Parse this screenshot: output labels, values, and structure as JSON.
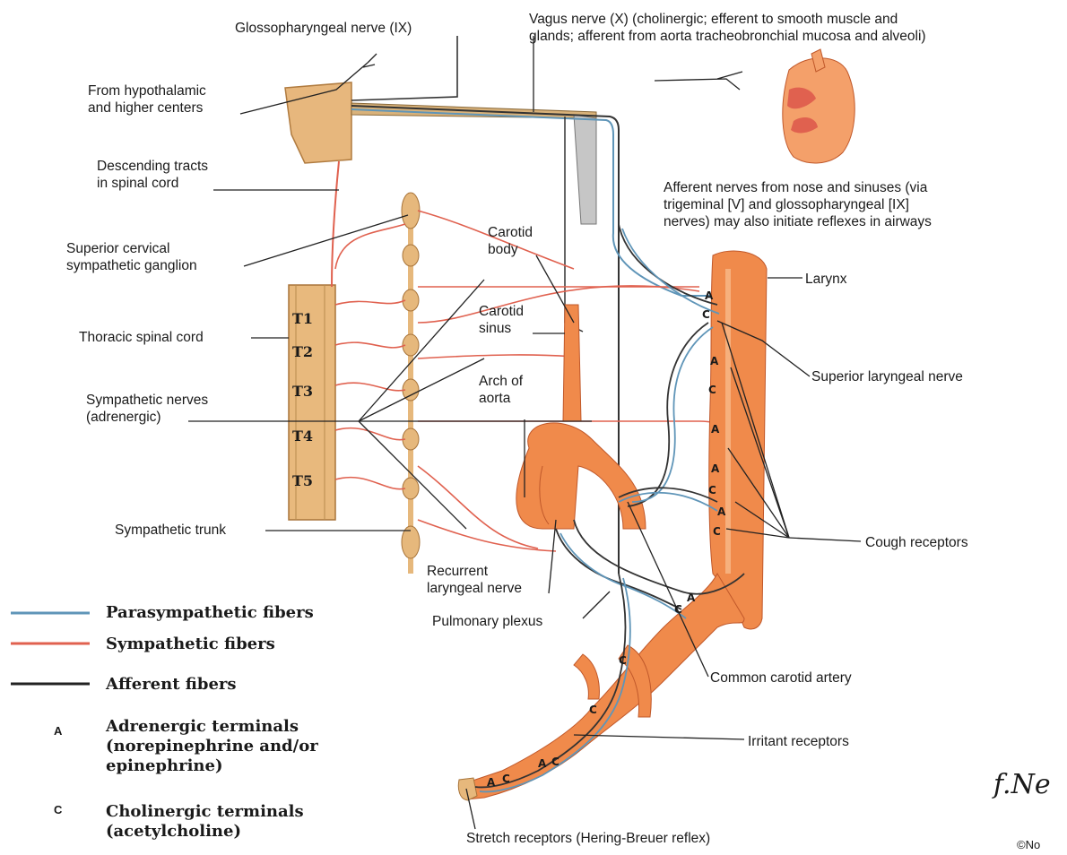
{
  "labels": {
    "glossopharyngeal": "Glossopharyngeal nerve (IX)",
    "vagus": [
      "Vagus nerve (X) (cholinergic; efferent to smooth muscle and",
      "glands; afferent from aorta tracheobronchial mucosa and alveoli)"
    ],
    "hypothalamic": [
      "From hypothalamic",
      "and higher centers"
    ],
    "descending": [
      "Descending tracts",
      "in spinal cord"
    ],
    "superior_cervical": [
      "Superior cervical",
      "sympathetic ganglion"
    ],
    "thoracic_cord": "Thoracic spinal cord",
    "sympathetic_nerves": [
      "Sympathetic nerves",
      "(adrenergic)"
    ],
    "sympathetic_trunk": "Sympathetic trunk",
    "carotid_body": [
      "Carotid",
      "body"
    ],
    "carotid_sinus": [
      "Carotid",
      "sinus"
    ],
    "arch_aorta": [
      "Arch of",
      "aorta"
    ],
    "afferent_nose": [
      "Afferent nerves from nose and sinuses (via",
      "trigeminal [V] and glossopharyngeal [IX]",
      "nerves) may also initiate reflexes in airways"
    ],
    "larynx": "Larynx",
    "superior_laryngeal": "Superior laryngeal nerve",
    "cough_receptors": "Cough receptors",
    "recurrent_laryngeal": [
      "Recurrent",
      "laryngeal nerve"
    ],
    "pulmonary_plexus": "Pulmonary plexus",
    "common_carotid": "Common carotid artery",
    "irritant_receptors": "Irritant receptors",
    "stretch_receptors": "Stretch receptors (Hering-Breuer reflex)"
  },
  "vertebrae": [
    "T1",
    "T2",
    "T3",
    "T4",
    "T5"
  ],
  "legend": {
    "parasympathetic": "Parasympathetic fibers",
    "sympathetic": "Sympathetic fibers",
    "afferent": "Afferent fibers",
    "adrenergic_key": "A",
    "adrenergic": [
      "Adrenergic terminals",
      "(norepinephrine and/or",
      "epinephrine)"
    ],
    "cholinergic_key": "C",
    "cholinergic": [
      "Cholinergic terminals",
      "(acetylcholine)"
    ]
  },
  "terminals": [
    "A",
    "C",
    "A",
    "C",
    "A",
    "A",
    "C",
    "A",
    "C",
    "C",
    "A",
    "C",
    "C",
    "A",
    "C",
    "A",
    "C"
  ],
  "signature": "f.Ne",
  "copyright": "©No",
  "colors": {
    "parasympathetic": "#5f95b8",
    "sympathetic": "#e0614f",
    "afferent": "#222222",
    "tissue": "#f08a4b",
    "spinal": "#e6b87c"
  }
}
